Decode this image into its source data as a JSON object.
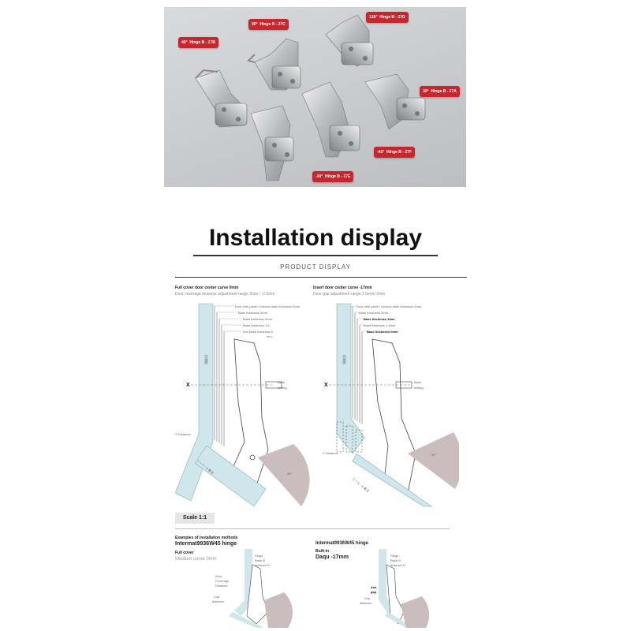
{
  "photo_tags": [
    {
      "angle": "45°",
      "name": "Hinge B - 27B"
    },
    {
      "angle": "90°",
      "name": "Hinge B - 27C"
    },
    {
      "angle": "135°",
      "name": "Hinge B - 27D"
    },
    {
      "angle": "30°",
      "name": "Hinge B - 27A"
    },
    {
      "angle": "-45°",
      "name": "Hinge B - 27F"
    },
    {
      "angle": "-30°",
      "name": "Hinge B - 27E"
    }
  ],
  "title": "Installation display",
  "subtitle": "PRODUCT DISPLAY",
  "left_panel": {
    "heading": "Full cover door center curve 0mm",
    "sub": "Door coverage distance adjustment range 2mm / -2.5mm",
    "base_labels": [
      "Door side panel / internal base thickness 0mm",
      "Base thickness 2mm",
      "Base thickness 3mm",
      "Base thickness 1.5",
      "Iron Base thickness 0",
      "mm"
    ],
    "cabinet": "柜侧板",
    "x_label": "X",
    "drill_label": "Base",
    "drill_label2": "drilling",
    "c_distance": "C Distance",
    "c_formula": "C = 3 ~ 6 备注",
    "angle": "45°"
  },
  "right_panel": {
    "heading": "Insert door center curve -17mm",
    "sub": "Door gap adjustment range 2.5mm/-2mm",
    "base_labels": [
      "Door side panel / internal base thickness 0mm",
      "Base thickness 2mm",
      "Base thickness 3mm",
      "Base thickness 1.5mm",
      "Base thickness 0mm"
    ],
    "cabinet": "柜侧板",
    "x_label": "X",
    "drill_label": "Base",
    "drill_label2": "drilling",
    "c_distance": "C Distance",
    "c_formula": "C = 3 ~ 6 备注",
    "angle": "45°"
  },
  "scale": "Scale 1:1",
  "examples": {
    "caption": "Examples of installation methods",
    "left": {
      "model": "Intermat9936W45 hinge",
      "type": "Full cover",
      "curve": "Medium curve 0mm",
      "notes": [
        "Door",
        "Coverage",
        "Distance",
        "Cup",
        "distance",
        "Hinge",
        "Base B",
        "distance D"
      ]
    },
    "right": {
      "model": "Intermat9936W45 hinge",
      "type": "Built-in",
      "curve": "Daqu -17mm",
      "notes": [
        "Ask",
        "gap",
        "Cup",
        "distance",
        "Hinge",
        "Base B",
        "distance D"
      ]
    }
  },
  "colors": {
    "tag": "#c8262c",
    "panel": "#cfe6ea",
    "wedge": "#c9bdbd"
  }
}
